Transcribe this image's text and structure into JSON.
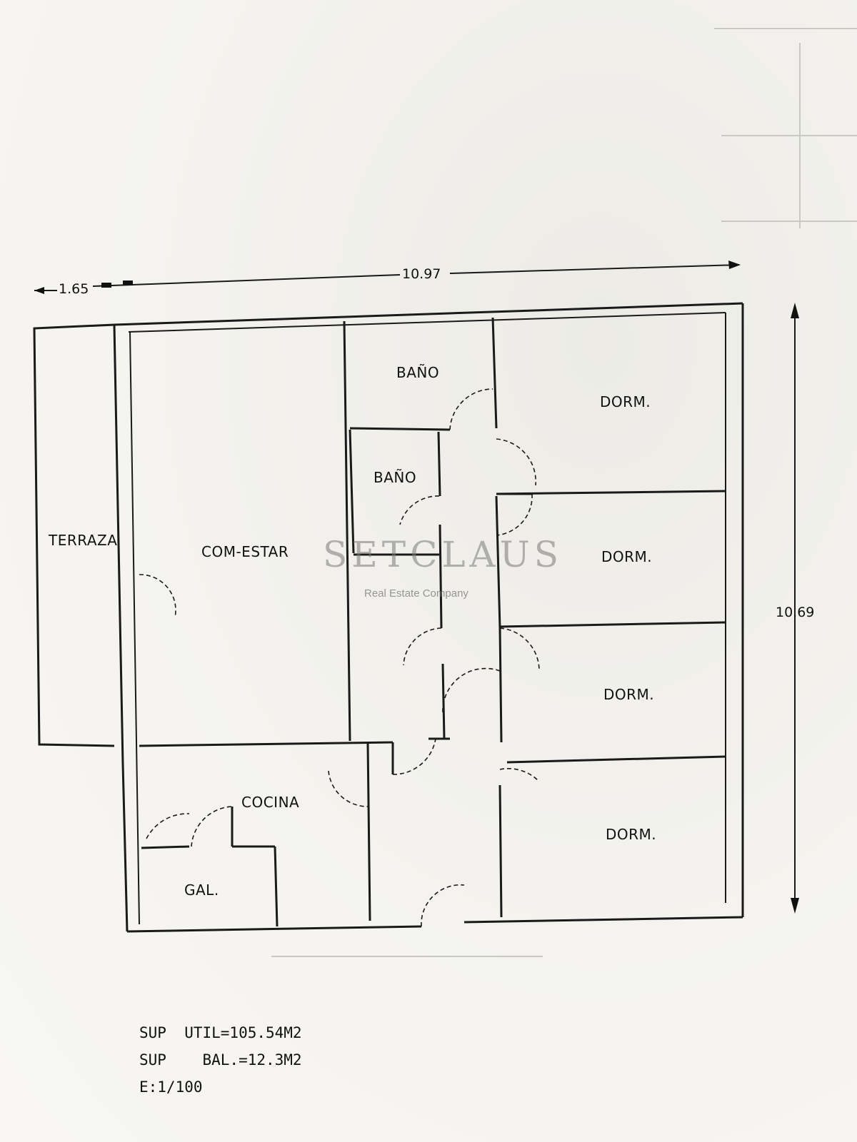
{
  "rooms": {
    "terraza": "TERRAZA",
    "com_estar": "COM-ESTAR",
    "bano_1": "BAÑO",
    "bano_2": "BAÑO",
    "dorm_1": "DORM.",
    "dorm_2": "DORM.",
    "dorm_3": "DORM.",
    "dorm_4": "DORM.",
    "cocina": "COCINA",
    "gal": "GAL."
  },
  "dimensions": {
    "terrace_width": "1.65",
    "total_width": "10.97",
    "total_depth": "10.69"
  },
  "watermark": {
    "brand": "SETCLAUS",
    "tagline": "Real Estate Company"
  },
  "notes": {
    "sup_util": "SUP  UTIL=105.54M2",
    "sup_bal": "SUP    BAL.=12.3M2",
    "scale": "E:1/100"
  }
}
